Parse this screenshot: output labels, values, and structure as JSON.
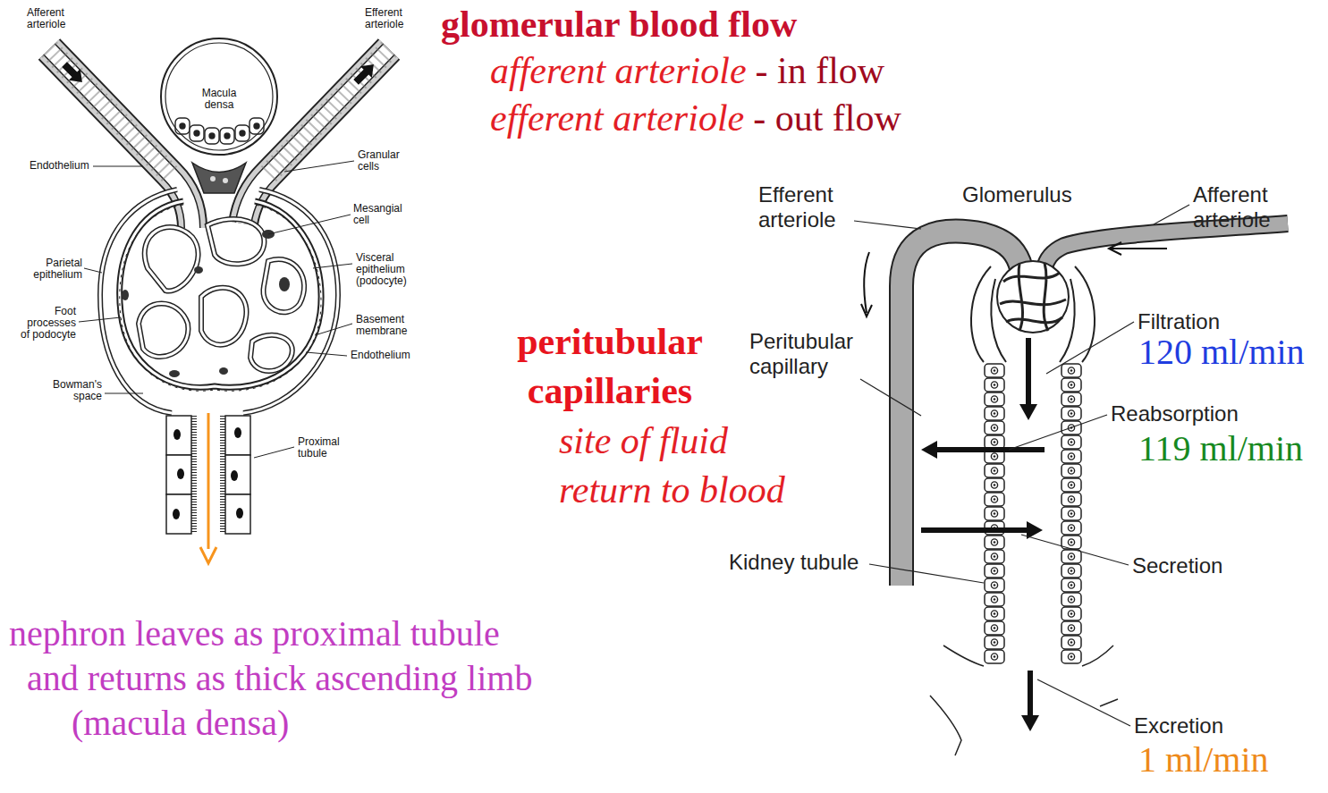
{
  "diagram": {
    "nodes": [
      {
        "text": [
          "Macula densa"
        ]
      }
    ],
    "labels": [
      "Afferent arteriole",
      "Efferent arteriole",
      "Endothelium",
      "Granular cells",
      "Mesangial cell",
      "Parietal epithelium",
      "Visceral epithelium (podocyte)",
      "Foot processes of podocyte",
      "Basement membrane",
      "Endothelium",
      "Bowman's space",
      "Proximal tubule",
      "glomerular blood flow",
      "afferent arteriole",
      "- in flow",
      "efferent arteriole",
      "- out flow",
      "peritubular capillaries",
      "site of fluid return to blood",
      "nephron leaves as proximal tubule",
      "and returns as thick ascending limb",
      "(macula densa)",
      "Efferent arteriole",
      "Glomerulus",
      "Afferent arteriole",
      "Peritubular capillary",
      "Filtration",
      "120 ml/min",
      "Reabsorption",
      "119 ml/min",
      "Secretion",
      "Kidney tubule",
      "Excretion",
      "1 ml/min"
    ]
  }
}
